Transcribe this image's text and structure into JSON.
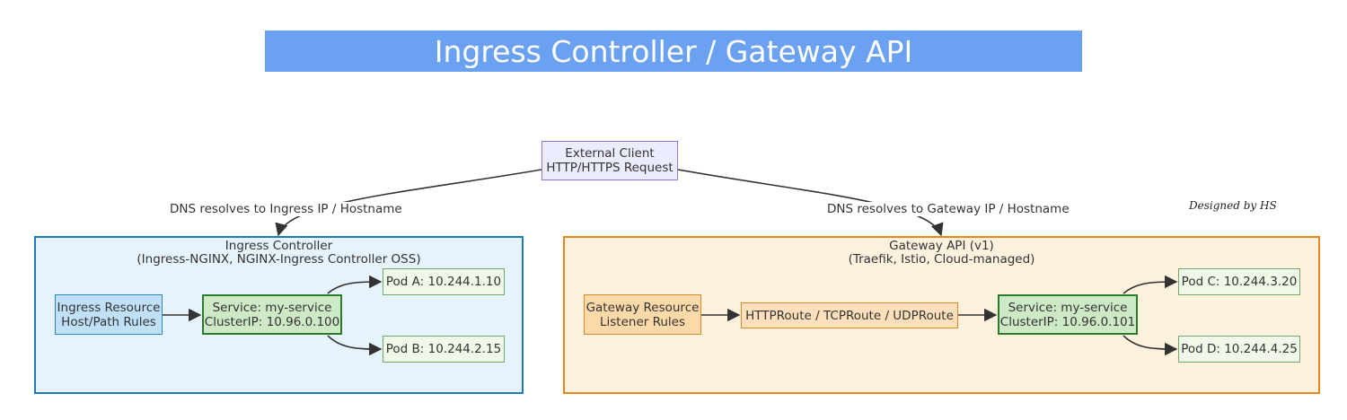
{
  "title": "Ingress Controller / Gateway API",
  "client": {
    "line1": "External Client",
    "line2": "HTTP/HTTPS Request"
  },
  "edge_labels": {
    "to_ingress": "DNS resolves to Ingress IP / Hostname",
    "to_gateway": "DNS resolves to Gateway IP / Hostname"
  },
  "signature": "Designed by HS",
  "ingress": {
    "title_line1": "Ingress Controller",
    "title_line2": "(Ingress-NGINX, NGINX-Ingress Controller OSS)",
    "resource": {
      "line1": "Ingress Resource",
      "line2": "Host/Path Rules"
    },
    "service": {
      "line1": "Service: my-service",
      "line2": "ClusterIP: 10.96.0.100"
    },
    "pod_a": "Pod A: 10.244.1.10",
    "pod_b": "Pod B: 10.244.2.15"
  },
  "gateway": {
    "title_line1": "Gateway API (v1)",
    "title_line2": "(Traefik, Istio, Cloud-managed)",
    "resource": {
      "line1": "Gateway Resource",
      "line2": "Listener Rules"
    },
    "route": "HTTPRoute / TCPRoute / UDPRoute",
    "service": {
      "line1": "Service: my-service",
      "line2": "ClusterIP: 10.96.0.101"
    },
    "pod_c": "Pod C: 10.244.3.20",
    "pod_d": "Pod D: 10.244.4.25"
  },
  "colors": {
    "banner": "#6aa1f0",
    "client_fill": "#ececff",
    "ingress_cluster_fill": "#e6f2fc",
    "ingress_cluster_border": "#1e7ab8",
    "gateway_cluster_fill": "#fef1de",
    "gateway_cluster_border": "#e8861e",
    "service_fill": "#cde9c6",
    "service_border": "#2c7a2c",
    "pod_fill": "#f0f8ea",
    "edge": "#333333"
  }
}
